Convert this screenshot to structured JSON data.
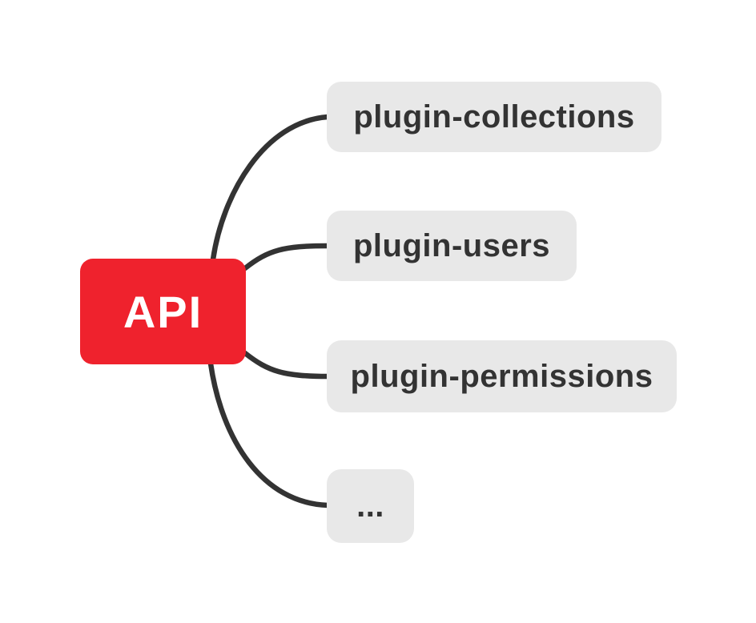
{
  "mindmap": {
    "root": {
      "label": "API"
    },
    "children": [
      {
        "label": "plugin-collections"
      },
      {
        "label": "plugin-users"
      },
      {
        "label": "plugin-permissions"
      },
      {
        "label": "..."
      }
    ]
  },
  "colors": {
    "canvas_bg": "#FFFFFF",
    "root_bg": "#EF222D",
    "root_text": "#FFFFFF",
    "child_bg": "#E8E8E8",
    "child_text": "#333333",
    "connector": "#333333"
  }
}
